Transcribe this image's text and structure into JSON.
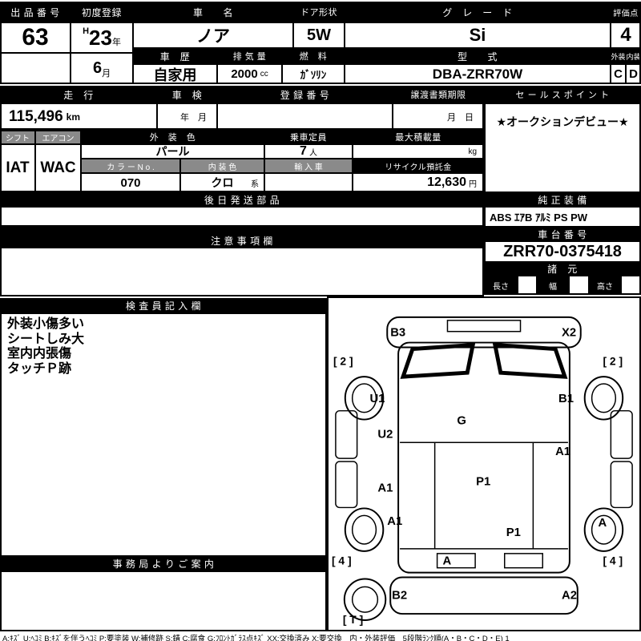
{
  "colors": {
    "header_bg": "#000000",
    "header_gray": "#8a8a8a",
    "paper": "#ffffff"
  },
  "top": {
    "lot": {
      "label": "出 品 番 号",
      "value": "63"
    },
    "first_reg": {
      "label": "初度登録",
      "era": "H",
      "year": "23",
      "year_unit": "年",
      "month": "6",
      "month_unit": "月"
    },
    "car_name": {
      "label": "車　　名",
      "value": "ノア"
    },
    "door": {
      "label": "ドア形状",
      "value": "5W"
    },
    "grade": {
      "label": "グ　レ　ー　ド",
      "value": "Si"
    },
    "score": {
      "label": "評価点",
      "value": "4"
    },
    "history": {
      "label": "車　歴",
      "value": "自家用"
    },
    "displacement": {
      "label": "排 気 量",
      "value": "2000",
      "unit": "cc"
    },
    "fuel": {
      "label": "燃　料",
      "value": "ｶﾞｿﾘﾝ"
    },
    "model_code": {
      "label": "型　　式",
      "value": "DBA-ZRR70W"
    },
    "exterior": {
      "label": "外装",
      "value": "C"
    },
    "interior": {
      "label": "内装",
      "value": "D"
    }
  },
  "registration": {
    "mileage": {
      "label": "走　行",
      "value": "115,496",
      "unit": "km"
    },
    "shaken": {
      "label": "車　検",
      "value": "年　月"
    },
    "reg_no": {
      "label": "登 録 番 号",
      "value": ""
    },
    "transfer_deadline": {
      "label": "譲渡書類期限",
      "value": "月　日"
    },
    "sales_point": {
      "label": "セ ー ル ス ポ イ ン ト",
      "value": "★オークションデビュー★"
    }
  },
  "spec": {
    "shift": {
      "label": "シフト",
      "value": "IAT"
    },
    "aircon": {
      "label": "エアコン",
      "value": "WAC"
    },
    "ext_color": {
      "label": "外　装　色",
      "value": "パール"
    },
    "capacity": {
      "label": "乗車定員",
      "value": "7",
      "unit": "人"
    },
    "payload": {
      "label": "最大積載量",
      "unit": "kg"
    },
    "color_no": {
      "label": "カ ラ ー N o .",
      "value": "070"
    },
    "int_color": {
      "label": "内 装 色",
      "value": "クロ",
      "suffix": "系"
    },
    "import_car": {
      "label": "輸 入 車",
      "value": ""
    },
    "recycle_deposit": {
      "label": "リサイクル預託金",
      "value": "12,630",
      "unit": "円"
    }
  },
  "equipment": {
    "later_parts": {
      "label": "後 日 発 送 部 品",
      "value": ""
    },
    "genuine": {
      "label": "純 正 装 備",
      "value": "ABS ｴｱB ｱﾙﾐ PS PW"
    }
  },
  "notes": {
    "caution": {
      "label": "注 意 事 項 欄",
      "value": ""
    },
    "chassis": {
      "label": "車 台 番 号",
      "value": "ZRR70-0375418"
    },
    "spec_table": {
      "label": "諸　元",
      "length_label": "長さ",
      "width_label": "幅",
      "height_label": "高さ"
    }
  },
  "inspection": {
    "label": "検 査 員 記 入 欄",
    "lines": [
      "外装小傷多い",
      "シートしみ大",
      "室内内張傷",
      "タッチＰ跡"
    ],
    "office_label": "事 務 局 よ り ご 案 内"
  },
  "diagram": {
    "labels": {
      "front_bumper_left": "B3",
      "front_bumper_right": "X2",
      "front_left_tire": "[ 2 ]",
      "front_right_tire": "[ 2 ]",
      "left_front_fender": "U1",
      "right_front_fender": "B1",
      "left_front_door": "U2",
      "glass": "G",
      "right_side": "A1",
      "left_rear_door": "A1",
      "floor_center": "P1",
      "left_rear_fender": "A1",
      "right_rear_wheel": "A",
      "floor_rear": "P1",
      "rear_left_tire": "[ 4 ]",
      "rear_right_tire": "[ 4 ]",
      "rear_gate": "A",
      "rear_bumper_left": "B2",
      "rear_bumper_right": "A2",
      "spare_tire": "[ T ]"
    }
  },
  "legend": "A:ｷｽﾞ U:ﾍｺﾐ B:ｷｽﾞを伴うﾍｺﾐ P:要塗装 W:補修跡 S:錆 C:腐食 G:ﾌﾛﾝﾄｶﾞﾗｽ点ｷｽﾞ XX:交換済み X:要交換　内・外装評価　5段階ﾗﾝｸ順(A・B・C・D・E) 1"
}
